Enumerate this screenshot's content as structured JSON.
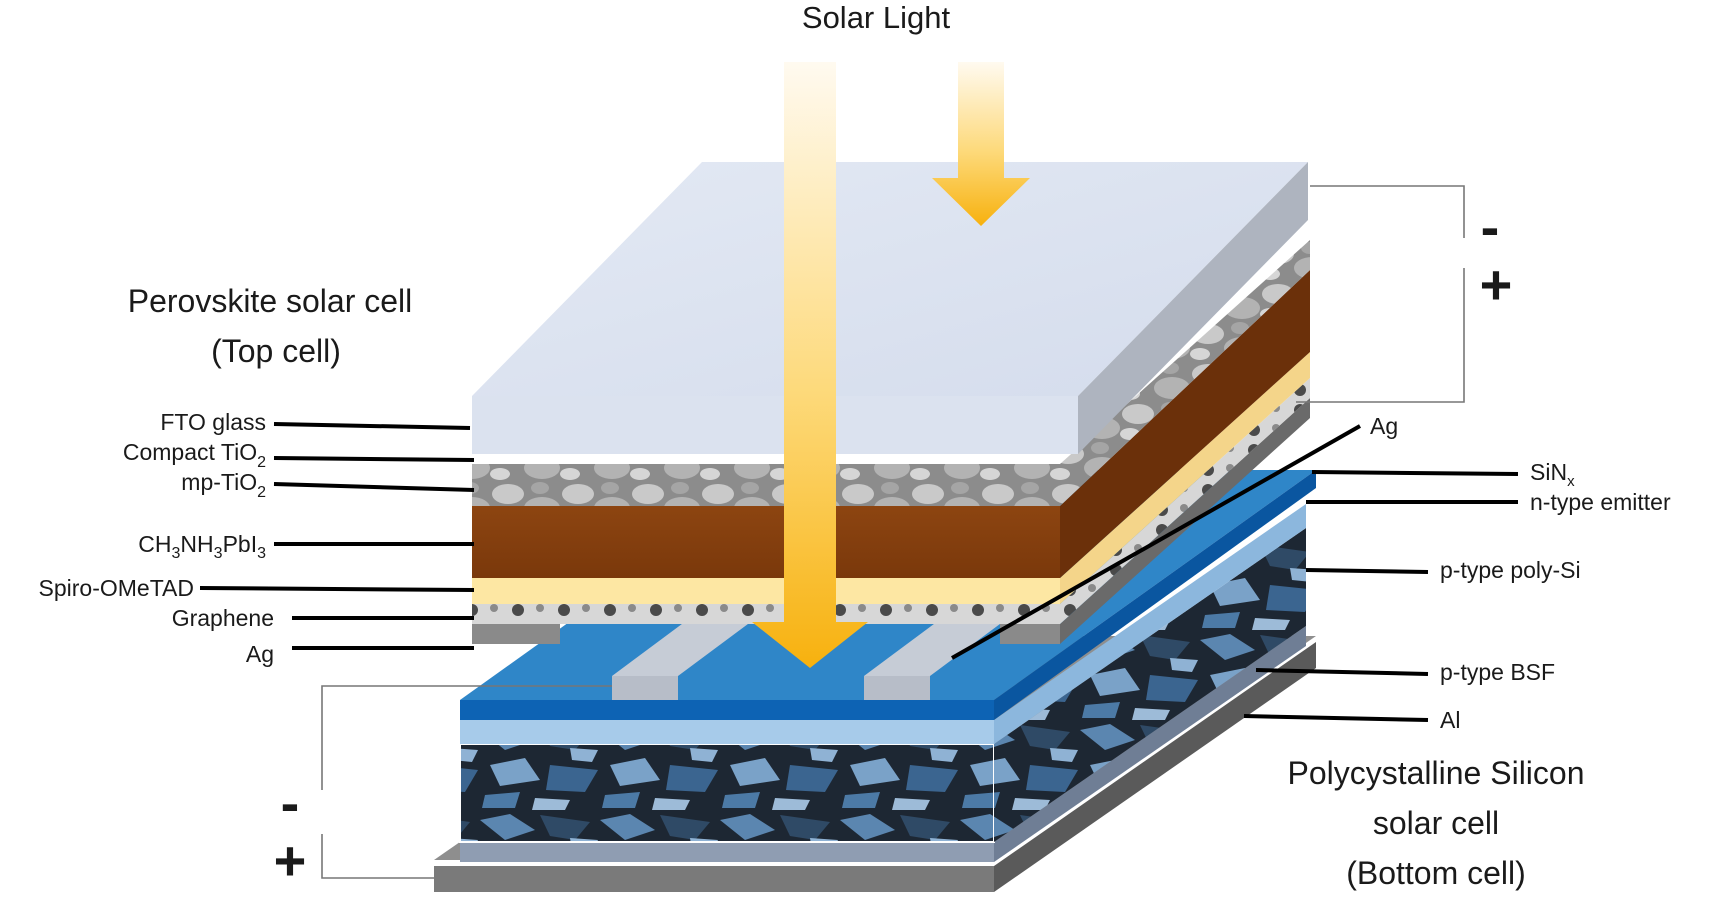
{
  "title": "Solar Light",
  "top_cell": {
    "heading_line1": "Perovskite solar cell",
    "heading_line2": "(Top cell)",
    "layers": {
      "fto_glass": "FTO glass",
      "compact_tio2_base": "Compact TiO",
      "compact_tio2_sub": "2",
      "mp_tio2_base": "mp-TiO",
      "mp_tio2_sub": "2",
      "perovskite_a": "CH",
      "perovskite_s1": "3",
      "perovskite_b": "NH",
      "perovskite_s2": "3",
      "perovskite_c": "PbI",
      "perovskite_s3": "3",
      "spiro": "Spiro-OMeTAD",
      "graphene": "Graphene",
      "ag": "Ag"
    },
    "terminal_minus": "-",
    "terminal_plus": "+"
  },
  "bottom_cell": {
    "heading_line1": "Polycystalline Silicon",
    "heading_line2": "solar cell",
    "heading_line3": "(Bottom cell)",
    "layers": {
      "ag": "Ag",
      "sinx_base": "SiN",
      "sinx_sub": "x",
      "n_emitter": "n-type emitter",
      "p_poly_si": "p-type poly-Si",
      "p_bsf": "p-type BSF",
      "al": "Al"
    },
    "terminal_minus": "-",
    "terminal_plus": "+"
  },
  "colors": {
    "glass_top": "#dce3f0",
    "glass_side": "#aeb4bf",
    "perovskite": "#8a4210",
    "perovskite_side": "#6b300a",
    "spiro": "#fde7a3",
    "silicon_blue": "#2f86c8",
    "silicon_light": "#a7cbea",
    "arrow": "#fbb820"
  }
}
